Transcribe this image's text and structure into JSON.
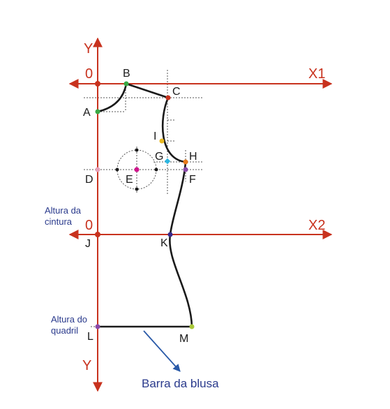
{
  "axes": {
    "y_top": "Y",
    "y_bottom": "Y",
    "x1": "X1",
    "x2": "X2",
    "origin_top": "0",
    "origin_mid": "0"
  },
  "points": {
    "A": "A",
    "B": "B",
    "C": "C",
    "D": "D",
    "E": "E",
    "F": "F",
    "G": "G",
    "H": "H",
    "I": "I",
    "J": "J",
    "K": "K",
    "L": "L",
    "M": "M"
  },
  "annotations": {
    "waist_line1": "Altura da",
    "waist_line2": "cintura",
    "hip_line1": "Altura do",
    "hip_line2": "quadril",
    "hem": "Barra da blusa"
  },
  "colors": {
    "axis": "#c8321e",
    "curve": "#1a1a1a",
    "guide": "#555555",
    "annotation": "#2a3a8c",
    "point_green": "#3aa845",
    "point_red": "#c8321e",
    "point_yellow": "#e8b820",
    "point_cyan": "#2bb5e0",
    "point_orange": "#e87a1a",
    "point_purple": "#8a4aa8",
    "point_magenta": "#d0148c",
    "point_pink": "#e6a0b8",
    "point_navy": "#3a2a8c",
    "point_lime": "#a8c838"
  }
}
